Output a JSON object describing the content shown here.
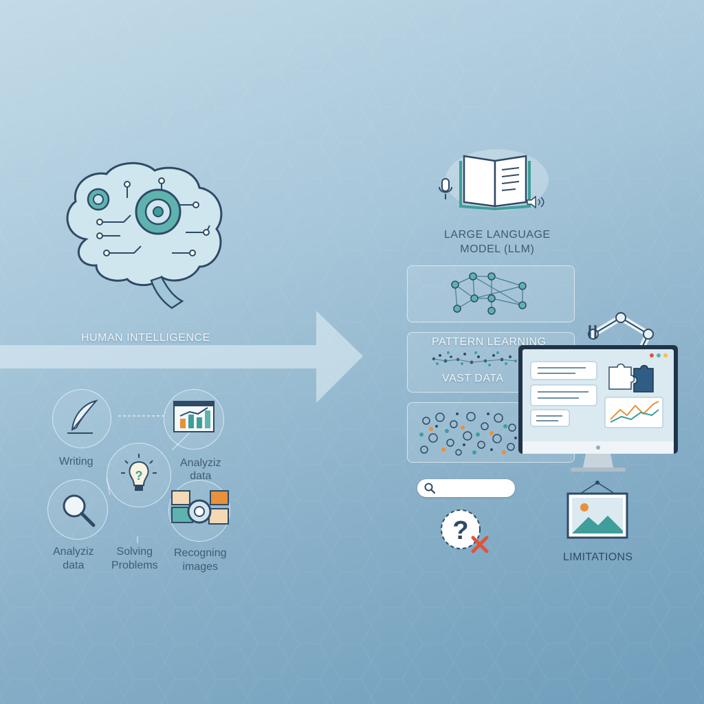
{
  "labels": {
    "human_intelligence": "HUMAN INTELLIGENCE",
    "writing": "Writing",
    "analyze_top_1": "Analyziz",
    "analyze_top_2": "data",
    "analyze_left_1": "Analyziz",
    "analyze_left_2": "data",
    "solving_1": "Solving",
    "solving_2": "Problems",
    "recognizing_1": "Recogning",
    "recognizing_2": "images",
    "llm_1": "LARGE LANGUAGE",
    "llm_2": "MODEL (LLM)",
    "pattern_learning": "PATTERN LEARNING",
    "vast_data": "VAST DATA",
    "limitations": "LIMITATIONS"
  },
  "colors": {
    "teal": "#3f9e9a",
    "navy": "#2f4a66",
    "orange": "#e8913a",
    "red": "#e0533d"
  },
  "icons": [
    "brain-circuit-icon",
    "gear-icon",
    "arrow-right-icon",
    "feather-pen-icon",
    "bar-chart-icon",
    "lightbulb-question-icon",
    "magnifier-icon",
    "image-gallery-icon",
    "open-book-icon",
    "microphone-icon",
    "speaker-icon",
    "neural-network-icon",
    "robot-arm-icon",
    "monitor-icon",
    "puzzle-icon",
    "search-icon",
    "question-cross-icon",
    "framed-picture-icon"
  ]
}
